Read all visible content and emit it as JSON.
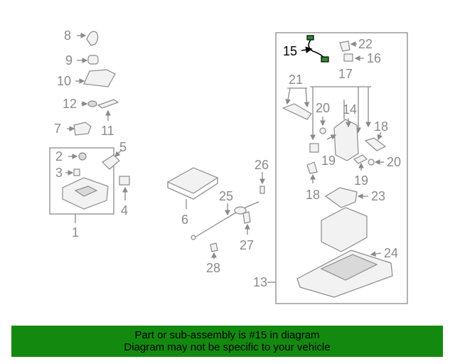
{
  "callouts": {
    "c1": "1",
    "c2": "2",
    "c3": "3",
    "c4": "4",
    "c5": "5",
    "c6": "6",
    "c7": "7",
    "c8": "8",
    "c9": "9",
    "c10": "10",
    "c11": "11",
    "c12": "12",
    "c13": "13",
    "c14": "14",
    "c15": "15",
    "c16": "16",
    "c17": "17",
    "c18": "18",
    "c18b": "18",
    "c19": "19",
    "c19b": "19",
    "c20": "20",
    "c20b": "20",
    "c21": "21",
    "c22": "22",
    "c23": "23",
    "c24": "24",
    "c25": "25",
    "c26": "26",
    "c27": "27",
    "c28": "28"
  },
  "highlight_part": "15",
  "colors": {
    "banner": "#138a0f",
    "highlight": "#2e8b2e",
    "line": "#8a8a8a"
  },
  "banner": {
    "line1": "Part or sub-assembly is #15 in diagram",
    "line2": "Diagram may not be specific to your vehicle"
  }
}
